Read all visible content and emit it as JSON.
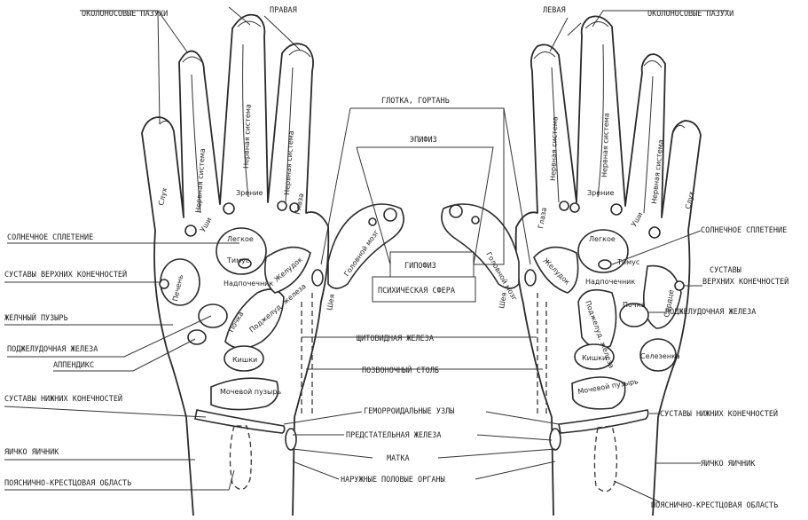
{
  "labels": {
    "pravaya": "ПРАВАЯ",
    "levaya": "ЛЕВАЯ",
    "okolonosovye_left": "ОКОЛОНОСОВЫЕ ПАЗУХИ",
    "okolonosovye_right": "ОКОЛОНОСОВЫЕ ПАЗУХИ",
    "glotka": "ГЛОТКА, ГОРТАНЬ",
    "epifiz": "ЭПИФИЗ",
    "gipofiz": "ГИПОФИЗ",
    "psikh": "ПСИХИЧЕСКАЯ СФЕРА",
    "solnechnoe_left": "СОЛНЕЧНОЕ СПЛЕТЕНИЕ",
    "solnechnoe_right": "СОЛНЕЧНОЕ СПЛЕТЕНИЕ",
    "sustavy_verkh_left": "СУСТАВЫ ВЕРХНИХ КОНЕЧНОСТЕЙ",
    "sustavy_verkh_right_1": "СУСТАВЫ",
    "sustavy_verkh_right_2": "ВЕРХНИХ КОНЕЧНОСТЕЙ",
    "zhelchny": "ЖЕЛЧНЫЙ ПУЗЫРЬ",
    "podzhel_left_1": "ПОДЖЕЛУДОЧНАЯ ЖЕЛЕЗА",
    "podzhel_right": "ПОДЖЕЛУДОЧНАЯ ЖЕЛЕЗА",
    "appendiks": "АППЕНДИКС",
    "shchitovid": "ЩИТОВИДНАЯ ЖЕЛЕЗА",
    "pozvonochny": "ПОЗВОНОЧНЫЙ СТОЛБ",
    "sustavy_nizh_left": "СУСТАВЫ НИЖНИХ КОНЕЧНОСТЕЙ",
    "sustavy_nizh_right": "СУСТАВЫ НИЖНИХ КОНЕЧНОСТЕЙ",
    "gemorroid": "ГЕМОРРОИДАЛЬНЫЕ УЗЛЫ",
    "predstat": "ПРЕДСТАТЕЛЬНАЯ ЖЕЛЕЗА",
    "matka": "МАТКА",
    "naruzh": "НАРУЖНЫЕ ПОЛОВЫЕ ОРГАНЫ",
    "yaichko_left": "ЯИЧКО   ЯИЧНИК",
    "yaichko_right": "ЯИЧКО   ЯИЧНИК",
    "poyasn_left": "ПОЯСНИЧНО-КРЕСТЦОВАЯ ОБЛАСТЬ",
    "poyasn_right": "ПОЯСНИЧНО-КРЕСТЦОВАЯ ОБЛАСТЬ"
  },
  "right_hand": {
    "slukh": "Слух",
    "nervnaya_1": "Нервная система",
    "ushi": "Уши",
    "nervnaya_2": "Нервная система",
    "zrenie": "Зрение",
    "nervnaya_3": "Нервная система",
    "glaza": "Глаза",
    "legkoe": "Легкое",
    "timus": "Тимус",
    "nadpochechnik": "Надпочечник",
    "zheludok": "Желудок",
    "golovnoy_mozg": "Головной мозг",
    "sheya": "Шея",
    "pechen": "Печень",
    "pochka": "Почка",
    "podzhel": "Поджелуд. железа",
    "kishki": "Кишки",
    "mochevoy": "Мочевой пузырь"
  },
  "left_hand": {
    "slukh": "Слух",
    "nervnaya_1": "Нервная система",
    "ushi": "Уши",
    "nervnaya_2": "Нервная система",
    "zrenie": "Зрение",
    "nervnaya_3": "Нервная система",
    "glaza": "Глаза",
    "legkoe": "Легкое",
    "timus": "Тимус",
    "nadpochechnik": "Надпочечник",
    "zheludok": "Желудок",
    "golovnoy_mozg": "Головной мозг",
    "sheya": "Шея",
    "serdce": "Сердце",
    "pochka": "Почка",
    "podzhel": "Поджелуд. железа",
    "selezenka": "Селезенка",
    "kishki": "Кишки",
    "mochevoy": "Мочевой пузырь"
  }
}
